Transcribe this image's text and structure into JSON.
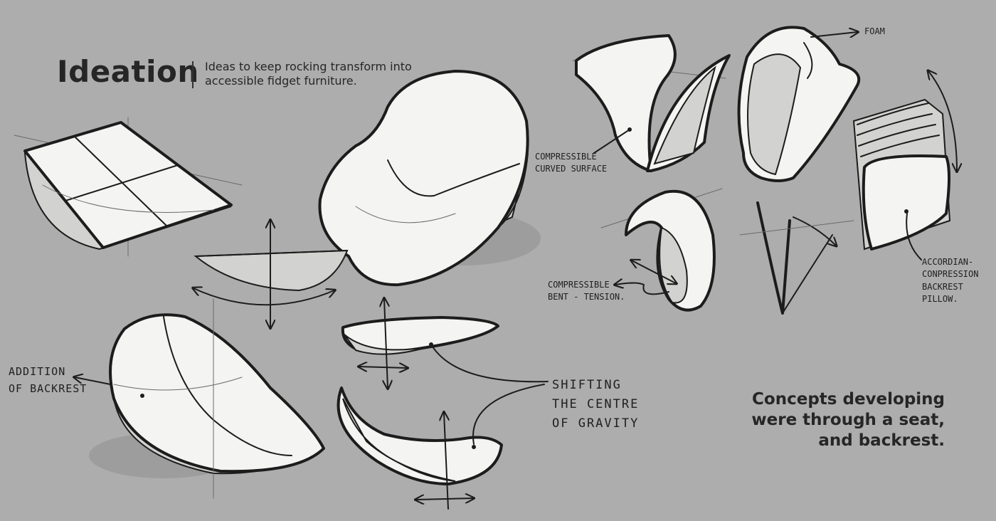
{
  "header": {
    "title": "Ideation",
    "subtitle": "Ideas to keep rocking transform into accessible fidget furniture."
  },
  "summary": {
    "lines": [
      "Concepts developing",
      "were through a seat,",
      "and backrest."
    ]
  },
  "annotations": {
    "foam": "FOAM",
    "compressible_curved_surface": [
      "COMPRESSIBLE",
      "CURVED SURFACE"
    ],
    "compressible_bent_tension": [
      "COMPRESSIBLE",
      "BENT - TENSION."
    ],
    "accordian_backrest": [
      "ACCORDIAN-",
      "CONPRESSION",
      "BACKREST",
      "PILLOW."
    ],
    "addition_of_backrest": [
      "ADDITION",
      "OF BACKREST"
    ],
    "shifting_centre_of_gravity": [
      "SHIFTING",
      "THE CENTRE",
      "OF GRAVITY"
    ]
  }
}
